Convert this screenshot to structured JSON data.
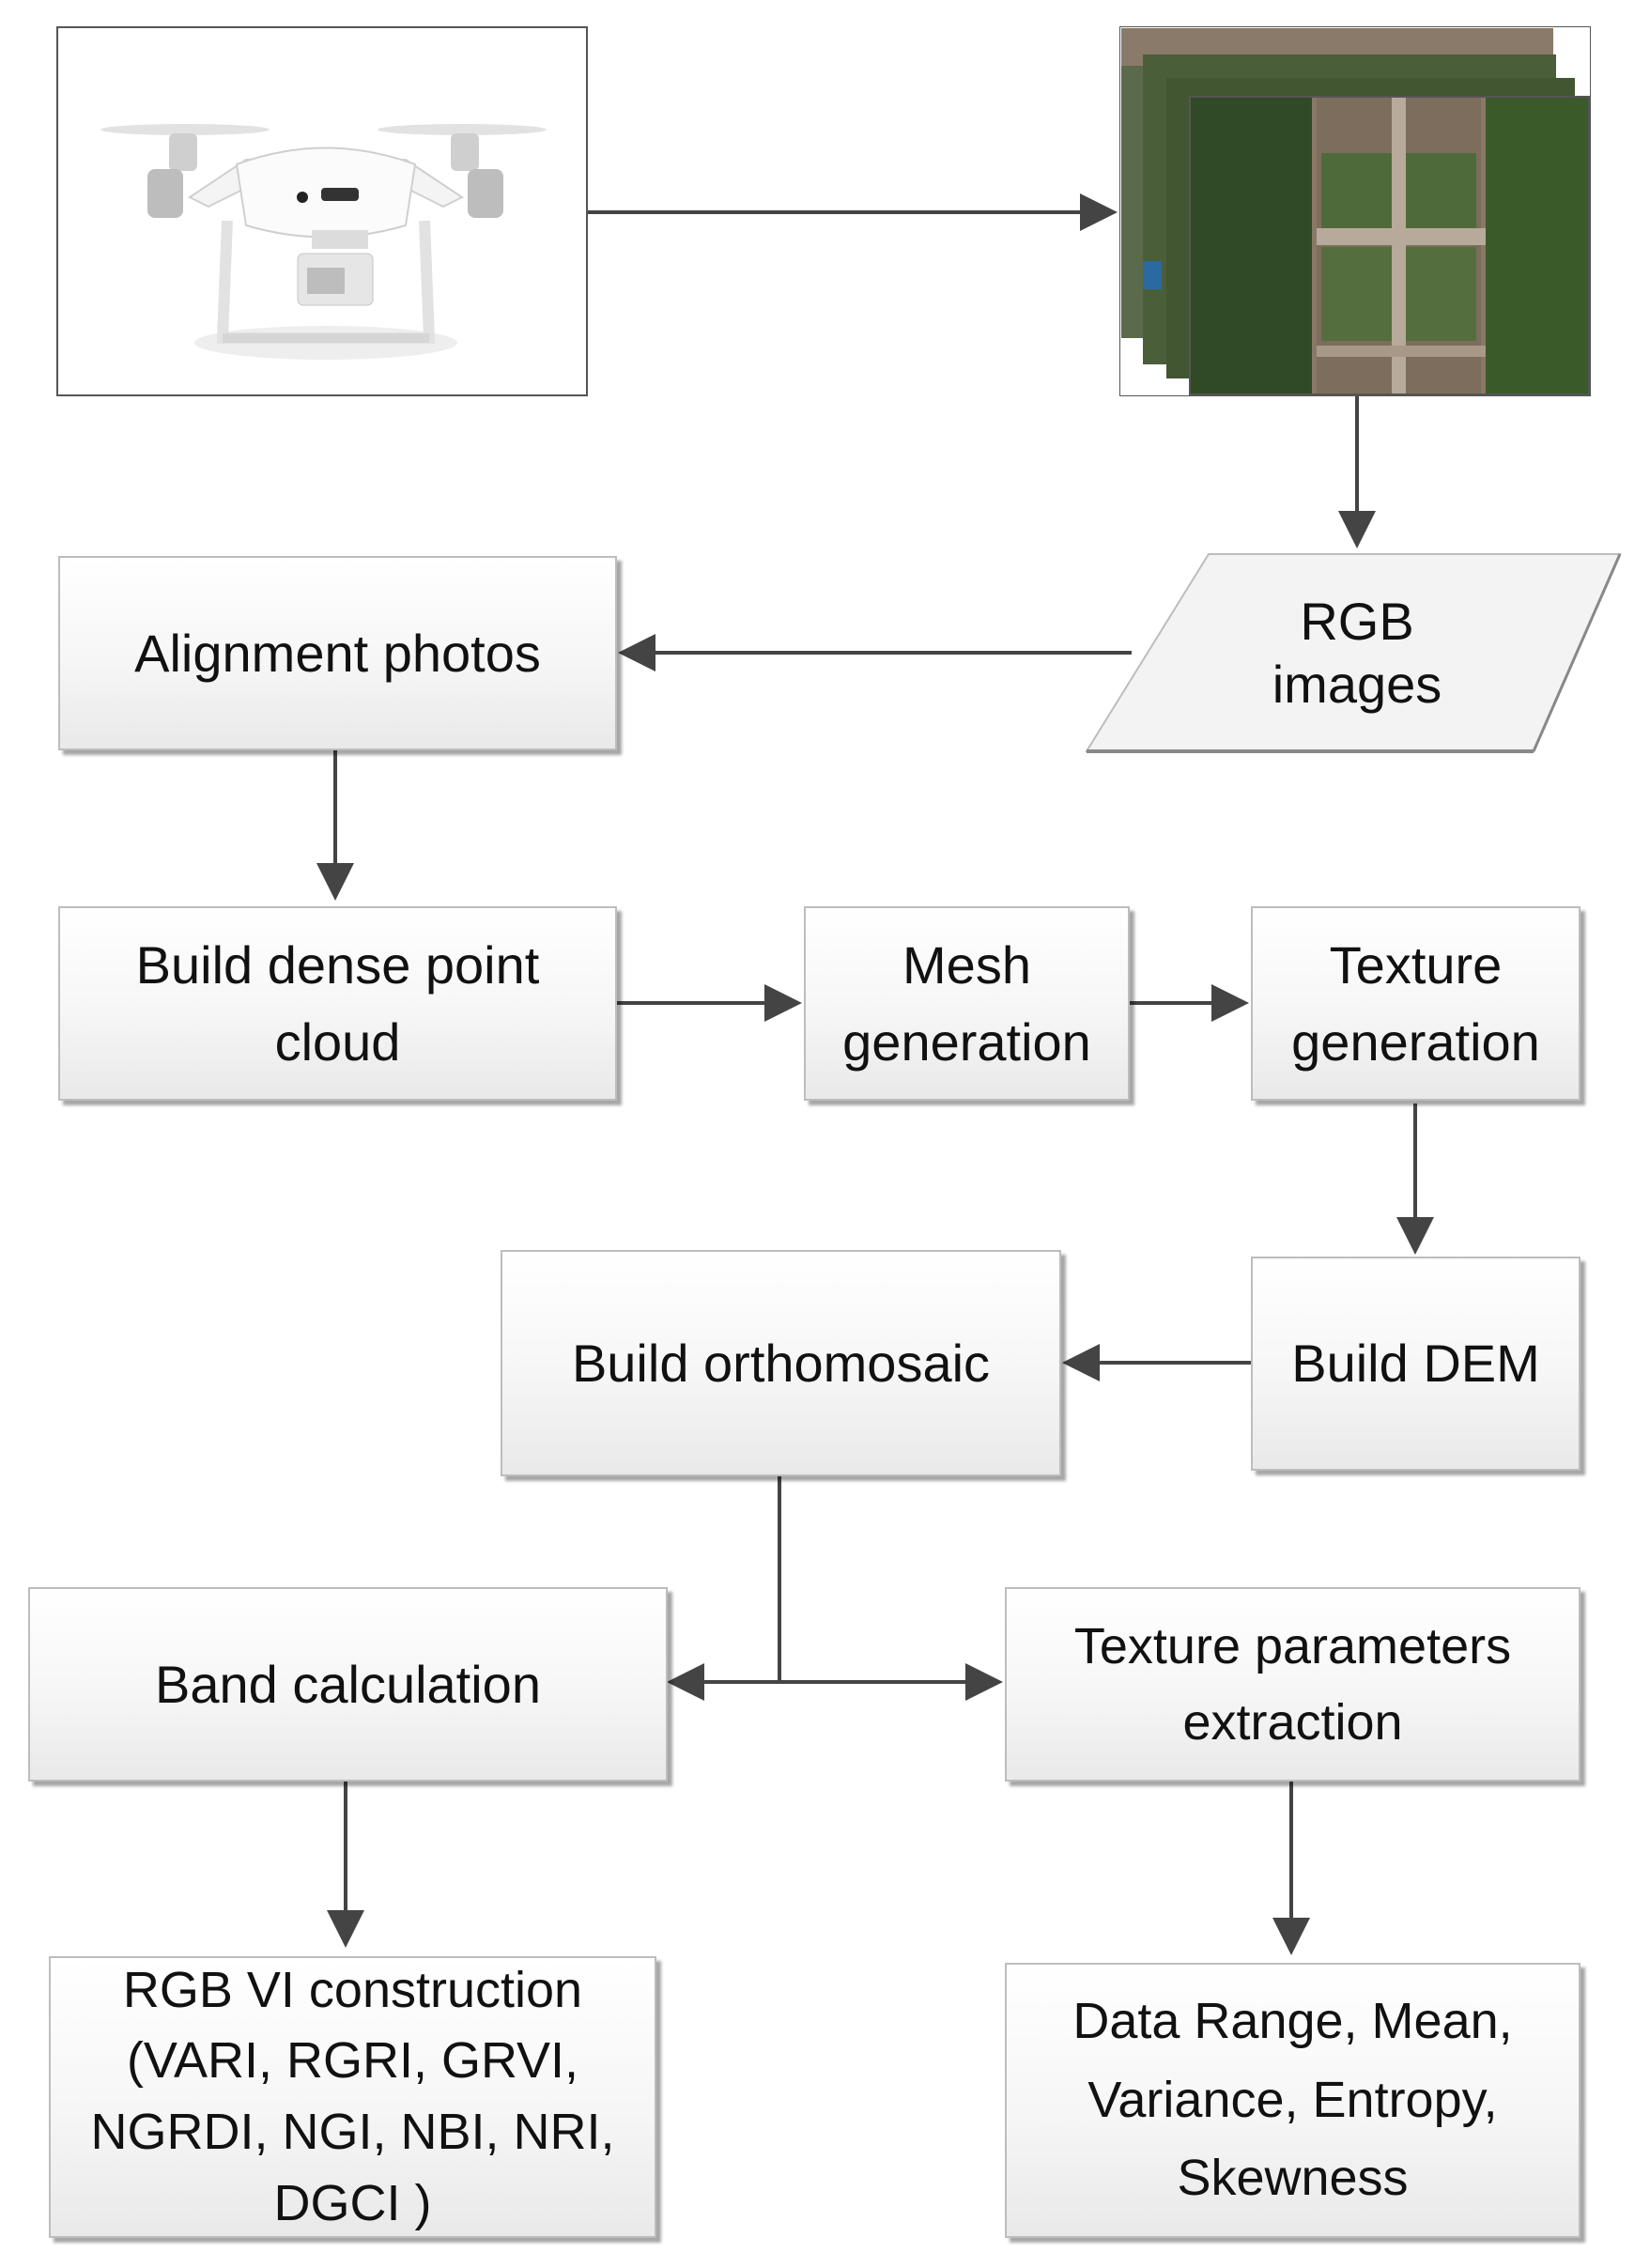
{
  "nodes": {
    "rgb_images": [
      "RGB",
      "images"
    ],
    "alignment_photos": [
      "Alignment photos"
    ],
    "dense_cloud": [
      "Build dense point",
      "cloud"
    ],
    "mesh": [
      "Mesh",
      "generation"
    ],
    "texture_gen": [
      "Texture",
      "generation"
    ],
    "dem": [
      "Build DEM"
    ],
    "orthomosaic": [
      "Build orthomosaic"
    ],
    "band_calc": [
      "Band calculation"
    ],
    "texture_params": [
      "Texture parameters",
      "extraction"
    ],
    "rgb_vi": [
      "RGB VI construction",
      "(VARI, RGRI, GRVI,",
      "NGRDI, NGI, NBI, NRI,",
      "DGCI )"
    ],
    "stats": [
      "Data Range, Mean,",
      "Variance, Entropy,",
      "Skewness"
    ]
  },
  "images": {
    "drone": "drone-photo",
    "aerial": "aerial-field-images"
  },
  "colors": {
    "arrow": "#444444",
    "box_border": "#bdbdbd",
    "vegetation": "#3f5a2a",
    "soil": "#8a7866"
  }
}
